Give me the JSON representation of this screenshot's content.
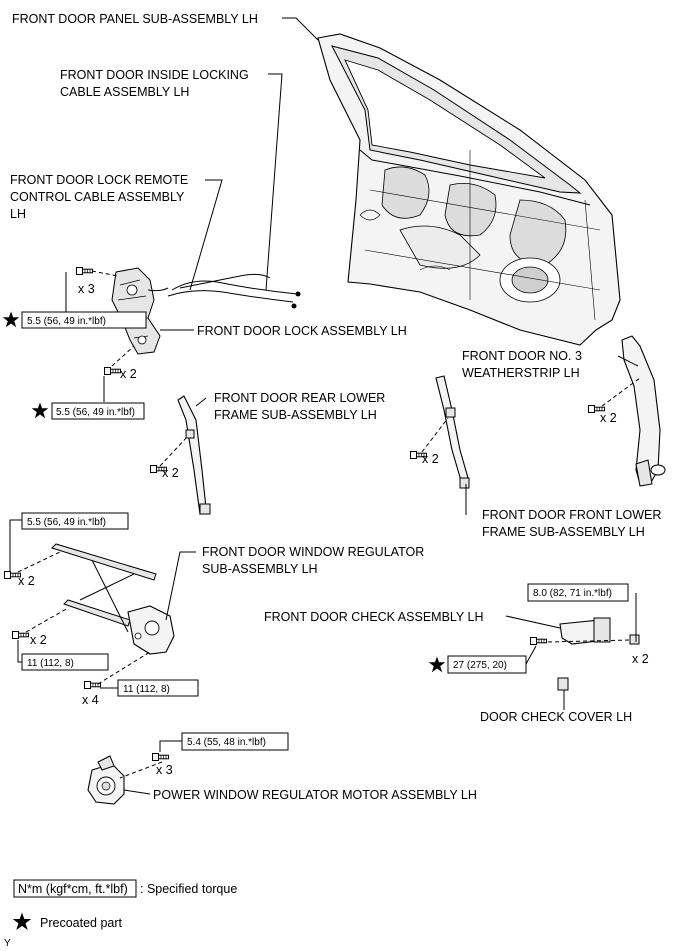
{
  "labels": {
    "door_panel": "FRONT DOOR PANEL SUB-ASSEMBLY LH",
    "inside_locking_cable_1": "FRONT DOOR INSIDE LOCKING",
    "inside_locking_cable_2": "CABLE ASSEMBLY LH",
    "remote_cable_1": "FRONT DOOR LOCK REMOTE",
    "remote_cable_2": "CONTROL CABLE ASSEMBLY",
    "remote_cable_3": "LH",
    "lock_assembly": "FRONT DOOR LOCK ASSEMBLY LH",
    "no3_weatherstrip_1": "FRONT DOOR NO. 3",
    "no3_weatherstrip_2": "WEATHERSTRIP LH",
    "rear_lower_frame_1": "FRONT DOOR REAR LOWER",
    "rear_lower_frame_2": "FRAME SUB-ASSEMBLY LH",
    "front_lower_frame_1": "FRONT DOOR FRONT LOWER",
    "front_lower_frame_2": "FRAME SUB-ASSEMBLY LH",
    "window_regulator_1": "FRONT DOOR WINDOW REGULATOR",
    "window_regulator_2": "SUB-ASSEMBLY LH",
    "check_assembly": "FRONT DOOR CHECK ASSEMBLY LH",
    "check_cover": "DOOR CHECK COVER LH",
    "regulator_motor": "POWER WINDOW REGULATOR MOTOR ASSEMBLY LH"
  },
  "torques": {
    "lock_upper": "5.5 (56, 49 in.*lbf)",
    "lock_lower": "5.5 (56, 49 in.*lbf)",
    "regulator_upper": "5.5 (56, 49 in.*lbf)",
    "regulator_middle": "11 (112, 8)",
    "regulator_lower": "11 (112, 8)",
    "check_upper": "8.0 (82, 71 in.*lbf)",
    "check_lower": "27 (275, 20)",
    "motor": "5.4 (55, 48 in.*lbf)"
  },
  "quantities": {
    "lock_upper": "x 3",
    "lock_lower": "x 2",
    "rear_frame": "x 2",
    "front_frame": "x 2",
    "weatherstrip": "x 2",
    "regulator_upper": "x 2",
    "regulator_middle": "x 2",
    "regulator_lower": "x 4",
    "check": "x 2",
    "motor": "x 3"
  },
  "legend": {
    "torque_box": "N*m (kgf*cm, ft.*lbf)",
    "torque_text": ": Specified torque",
    "precoated_text": "Precoated part"
  },
  "corner_code": "Y",
  "icons": {
    "precoat": "star-icon",
    "bolt": "bolt-icon",
    "clip": "clip-icon"
  }
}
